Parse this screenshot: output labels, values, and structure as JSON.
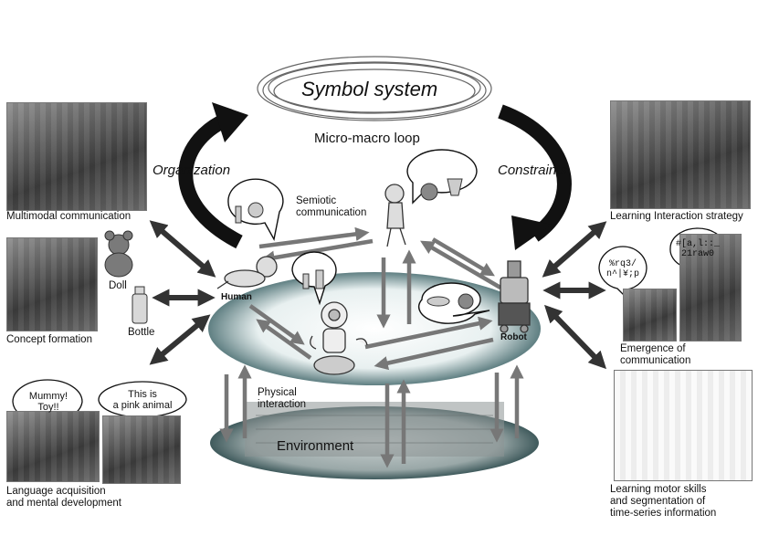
{
  "center": {
    "symbol_system": "Symbol system",
    "micro_macro_loop": "Micro-macro loop",
    "organization": "Organization",
    "constraints": "Constraints",
    "semiotic_communication": "Semiotic\ncommunication",
    "physical_interaction": "Physical\ninteraction",
    "environment": "Environment",
    "human": "Human",
    "robot": "Robot"
  },
  "left": {
    "multimodal": "Multimodal communication",
    "concept": "Concept formation",
    "doll": "Doll",
    "bottle": "Bottle",
    "speech_mummy": "Mummy!\nToy!!",
    "speech_pink": "This is\na pink animal",
    "language": "Language acquisition\nand mental development"
  },
  "right": {
    "learning_interaction": "Learning Interaction strategy",
    "robot_speech_1": "%rq3/\nn^|¥;p",
    "robot_speech_2": "#[a,l::_\n21raw0",
    "emergence": "Emergence of\ncommunication",
    "motor_skills": "Learning motor skills\nand segmentation of\ntime-series information"
  },
  "colors": {
    "arrow_dark": "#333333",
    "arrow_grey": "#777777",
    "disc_teal": "#5f7f82",
    "photo_grey": "#5a5a5a"
  }
}
